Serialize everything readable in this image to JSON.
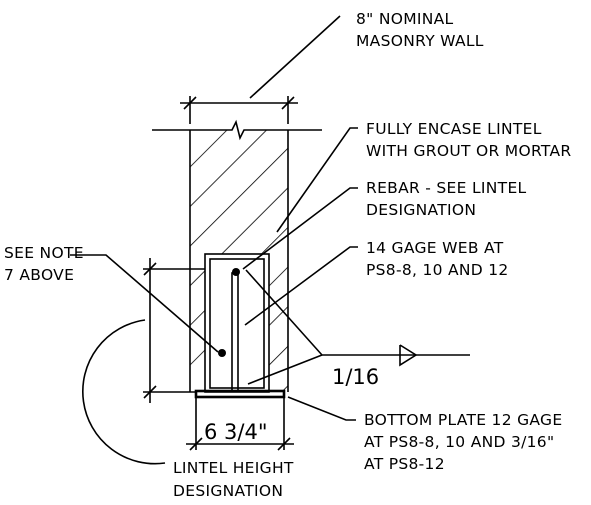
{
  "labels": {
    "wall_line1": "8\" NOMINAL",
    "wall_line2": "MASONRY WALL",
    "encase_line1": "FULLY ENCASE LINTEL",
    "encase_line2": "WITH GROUT OR MORTAR",
    "rebar_line1": "REBAR - SEE LINTEL",
    "rebar_line2": "DESIGNATION",
    "web_line1": "14 GAGE WEB AT",
    "web_line2": "PS8-8, 10 AND 12",
    "note_line1": "SEE NOTE",
    "note_line2": "7 ABOVE",
    "weld": "1/16",
    "width_dim": "6 3/4\"",
    "plate_line1": "BOTTOM PLATE 12 GAGE",
    "plate_line2": "AT PS8-8, 10 AND 3/16\"",
    "plate_line3": "AT PS8-12",
    "height_line1": "LINTEL HEIGHT",
    "height_line2": "DESIGNATION"
  }
}
